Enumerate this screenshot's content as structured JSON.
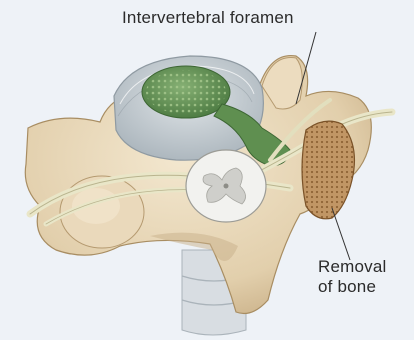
{
  "labels": {
    "intervertebral_foramen": "Intervertebral foramen",
    "removal_line1": "Removal",
    "removal_line2": "of bone"
  },
  "colors": {
    "background": "#eef2f7",
    "bone": "#e7d6b8",
    "bone_shadow": "#c8b08a",
    "disc_outer": "#c9d0d4",
    "disc_inner": "#6d9b5f",
    "spinal_cord": "#f2f2ef",
    "gray_matter": "#cfcfcb",
    "nerve": "#e9e6c8",
    "removed_bone": "#b5895a",
    "label_text": "#2b2b2b",
    "leader_line": "#333333"
  }
}
